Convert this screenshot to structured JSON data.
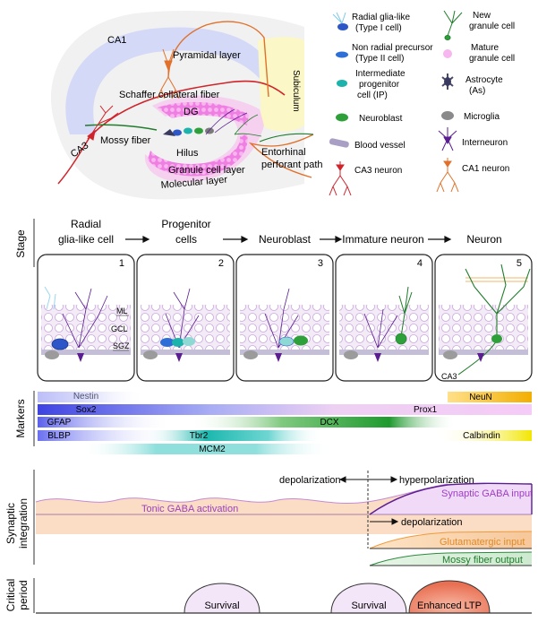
{
  "anatomy": {
    "ca1": "CA1",
    "pyramidal_layer": "Pyramidal layer",
    "subiculum": "Subiculum",
    "schaffer": "Schaffer collateral fiber",
    "dg": "DG",
    "mossy_fiber": "Mossy fiber",
    "hilus": "Hilus",
    "ca3": "CA3",
    "granule_layer": "Granule cell layer",
    "molecular_layer": "Molecular layer",
    "perforant_1": "Entorhinal",
    "perforant_2": "perforant path"
  },
  "legend": {
    "radial_glia_1": "Radial glia-like",
    "radial_glia_2": "(Type I cell)",
    "new_granule_1": "New",
    "new_granule_2": "granule cell",
    "non_radial_1": "Non radial precursor",
    "non_radial_2": "(Type II cell)",
    "mature_granule_1": "Mature",
    "mature_granule_2": "granule cell",
    "intermediate_1": "Intermediate",
    "intermediate_2": "progenitor",
    "intermediate_3": "cell (IP)",
    "astrocyte_1": "Astrocyte",
    "astrocyte_2": "(As)",
    "neuroblast": "Neuroblast",
    "microglia": "Microglia",
    "blood_vessel": "Blood vessel",
    "interneuron": "Interneuron",
    "ca3_neuron": "CA3 neuron",
    "ca1_neuron": "CA1 neuron"
  },
  "stage": {
    "row_label": "Stage",
    "stages": [
      {
        "name_1": "Radial",
        "name_2": "glia-like cell",
        "panel": "1"
      },
      {
        "name_1": "Progenitor",
        "name_2": "cells",
        "panel": "2"
      },
      {
        "name_1": "",
        "name_2": "Neuroblast",
        "panel": "3"
      },
      {
        "name_1": "",
        "name_2": "Immature neuron",
        "panel": "4"
      },
      {
        "name_1": "",
        "name_2": "Neuron",
        "panel": "5"
      }
    ],
    "layer_ml": "ML",
    "layer_gcl": "GCL",
    "layer_sgz": "SGZ",
    "panel5_ca3": "CA3"
  },
  "markers": {
    "row_label": "Markers",
    "items": [
      {
        "name": "Nestin",
        "color": "#6c72f0"
      },
      {
        "name": "NeuN",
        "color": "#f0b400"
      },
      {
        "name": "Sox2",
        "color": "#4a4ee6"
      },
      {
        "name": "Prox1",
        "color": "#e79af0"
      },
      {
        "name": "GFAP",
        "color": "#6c72f0"
      },
      {
        "name": "DCX",
        "color": "#2fa12f"
      },
      {
        "name": "BLBP",
        "color": "#6c72f0"
      },
      {
        "name": "Tbr2",
        "color": "#18b7b0"
      },
      {
        "name": "Calbindin",
        "color": "#f4ea2a"
      },
      {
        "name": "MCM2",
        "color": "#69d8d6"
      }
    ]
  },
  "synaptic": {
    "row_label_1": "Synaptic",
    "row_label_2": "integration",
    "depolarization": "depolarization",
    "hyperpolarization": "hyperpolarization",
    "tonic": "Tonic GABA activation",
    "synaptic_gaba": "Synaptic GABA input",
    "depolarization_2": "depolarization",
    "glutamatergic": "Glutamatergic input",
    "mossy_output": "Mossy fiber output",
    "colors": {
      "tonic": "#fbdcc2",
      "synaptic": "#f3ddf8",
      "glutamate": "#f7a040",
      "mossy": "#1f8f3a"
    }
  },
  "critical": {
    "row_label_1": "Critical",
    "row_label_2": "period",
    "survival_1": "Survival",
    "survival_2": "Survival",
    "ltp": "Enhanced LTP",
    "colors": {
      "survival": "#f3e7f7",
      "ltp": "#f08a6e"
    }
  }
}
